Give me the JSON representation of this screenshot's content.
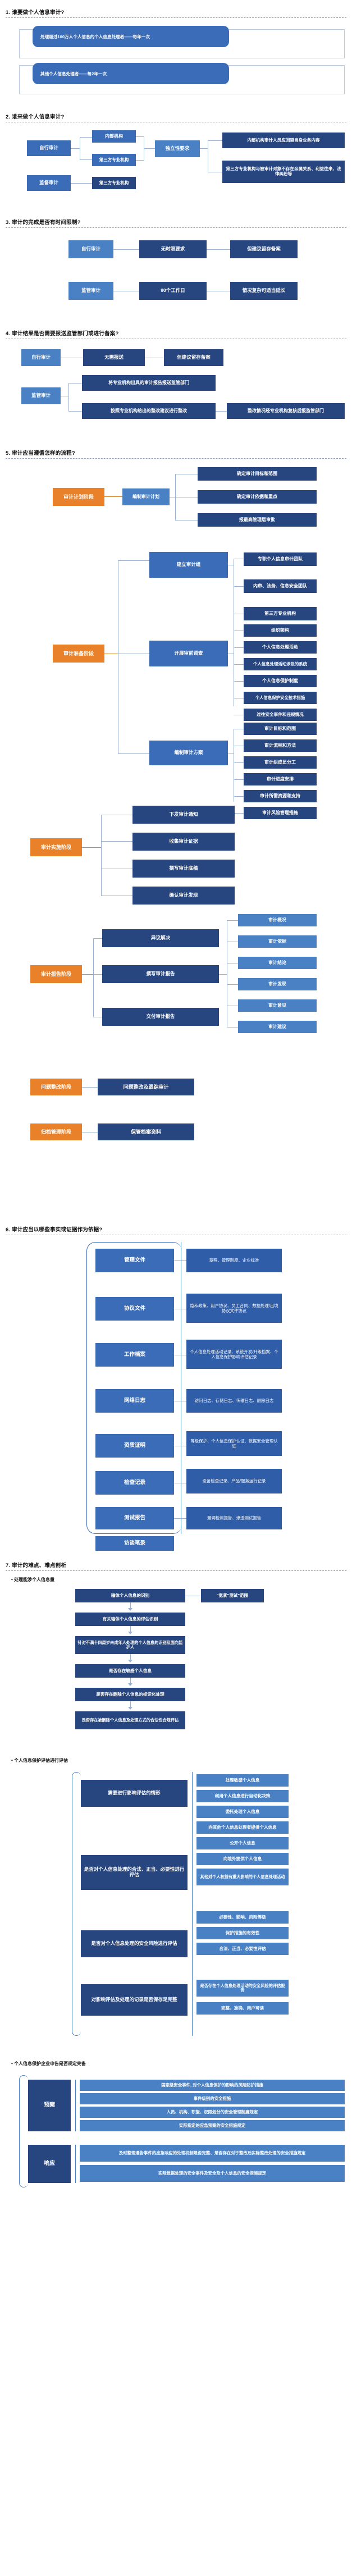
{
  "colors": {
    "mid_blue": "#3b6cb7",
    "dark_navy": "#27467f",
    "light_blue": "#4a80c4",
    "orange": "#e8812a",
    "connector": "#9bb0cf"
  },
  "sections": [
    {
      "id": 1,
      "title": "1. 谁要做个人信息审计?"
    },
    {
      "id": 2,
      "title": "2. 谁来做个人信息审计?"
    },
    {
      "id": 3,
      "title": "3. 审计的完成是否有时间限制?"
    },
    {
      "id": 4,
      "title": "4. 审计结果是否需要报送监管部门或进行备案?"
    },
    {
      "id": 5,
      "title": "5. 审计应当遵循怎样的流程?"
    },
    {
      "id": 6,
      "title": "6. 审计应当以哪些事实或证据作为依据?"
    },
    {
      "id": 7,
      "title": "7. 审计的难点、难点剖析"
    }
  ],
  "s1": {
    "items": [
      "处理超过100万人个人信息的个人信息处理者——每年一次",
      "其他个人信息处理者——每2年一次"
    ]
  },
  "s2": {
    "left": [
      "自行审计",
      "监督审计"
    ],
    "mid_self": [
      "内部机构",
      "第三方专业机构"
    ],
    "mid_sup": [
      "第三方专业机构"
    ],
    "indep_label": "独立性要求",
    "indep_items": [
      "内部机构审计人员应回避自身业务内容",
      "第三方专业机构与被审计对象不存在亲属关系、利益往来、法律纠纷等"
    ]
  },
  "s3": {
    "rows": [
      {
        "left": "自行审计",
        "mid": "无时限要求",
        "right": "但建议留存备案"
      },
      {
        "left": "监管审计",
        "mid": "90个工作日",
        "right": "情况复杂可适当延长"
      }
    ]
  },
  "s4": {
    "row1": {
      "left": "自行审计",
      "mid": "无需报送",
      "right": "但建议留存备案"
    },
    "row2": {
      "left": "监管审计",
      "items": [
        "将专业机构出具的审计报告报送监管部门",
        "按照专业机构给出的整改建议进行整改"
      ],
      "tail": "整改情况经专业机构复核后报监管部门"
    }
  },
  "s5": {
    "stages": [
      {
        "name": "审计计划阶段",
        "groups": [
          {
            "label": "编制审计计划",
            "leaves": [
              "确定审计目标和范围",
              "确定审计依据和重点",
              "报最高管理层审批"
            ]
          }
        ]
      },
      {
        "name": "审计准备阶段",
        "groups": [
          {
            "label": "建立审计组",
            "leaves": [
              "专职个人信息审计团队",
              "内审、法务、信息安全团队",
              "第三方专业机构"
            ]
          },
          {
            "label": "开展审前调查",
            "leaves": [
              "组织架构",
              "个人信息处理活动",
              "个人信息处理活动涉及的系统",
              "个人信息保护制度",
              "个人信息保护安全技术措施",
              "过往安全事件和违规情况"
            ]
          },
          {
            "label": "编制审计方案",
            "leaves": [
              "审计目标和范围",
              "审计流程和方法",
              "审计组成员分工",
              "审计进度安排",
              "审计所需资源和支持",
              "审计风险管理措施"
            ]
          }
        ]
      },
      {
        "name": "审计实施阶段",
        "groups": [
          {
            "label": "下发审计通知",
            "leaves": []
          },
          {
            "label": "收集审计证据",
            "leaves": []
          },
          {
            "label": "撰写审计底稿",
            "leaves": []
          },
          {
            "label": "确认审计发现",
            "leaves": []
          }
        ]
      },
      {
        "name": "审计报告阶段",
        "groups": [
          {
            "label": "异议解决",
            "leaves": []
          },
          {
            "label": "撰写审计报告",
            "leaves": [
              "审计概况",
              "审计依据",
              "审计结论",
              "审计发现",
              "审计意见",
              "审计建议"
            ]
          },
          {
            "label": "交付审计报告",
            "leaves": []
          }
        ]
      },
      {
        "name": "问题整改阶段",
        "groups": [
          {
            "label": "问题整改及跟踪审计",
            "leaves": []
          }
        ]
      },
      {
        "name": "归档管理阶段",
        "groups": [
          {
            "label": "保管档案资料",
            "leaves": []
          }
        ]
      }
    ]
  },
  "s6": {
    "rows": [
      {
        "type": "管理文件",
        "desc": "章程、管理制度、企业标准"
      },
      {
        "type": "协议文件",
        "desc": "隐私政策、用户协议、员工合同、数据处理/出境协议文件协议"
      },
      {
        "type": "工作档案",
        "desc": "个人信息处理活动记录、系统开发/升级档案、个人信息保护影响评估记录"
      },
      {
        "type": "网络日志",
        "desc": "访问日志、存储日志、传输日志、删除日志"
      },
      {
        "type": "资质证明",
        "desc": "等级保护、个人信息保护认证、数据安全管理认证"
      },
      {
        "type": "检查记录",
        "desc": "设备检查记录、产品/服务运行记录"
      },
      {
        "type": "测试报告",
        "desc": "漏洞检测报告、渗透测试报告"
      },
      {
        "type": "访谈笔录",
        "desc": ""
      }
    ]
  },
  "s7": {
    "blocks": [
      {
        "sub": "• 处理能涉个人信息量",
        "items": [
          "输体个人信息的识别",
          "有关输体个人信息的评估识别",
          "针对不满十四周岁未成年人处理的个人信息的识别及面向监护人",
          "是否存在敏感个人信息",
          "是否存在删除个人信息的标识化处理",
          "是否存在被删除个人信息及处理方式的合法性合规评估"
        ],
        "right": "\"宽紧\"测试\"范围"
      },
      {
        "sub": "• 个人信息保护评估进行评估",
        "left": [
          "需要进行影响评估的情形",
          "是否对个人信息处理的合法、正当、必要性进行评估",
          "是否对个人信息处理的安全风险进行评估",
          "对影响评估及处理的记录是否保存足完整",
          ""
        ],
        "right": [
          "处理敏感个人信息",
          "利用个人信息进行自动化决策",
          "委托处理个人信息",
          "向其他个人信息处理者提供个人信息",
          "公开个人信息",
          "向境外提供个人信息",
          "其他对个人权益有重大影响的个人信息处理活动",
          "必要性、影响、风险等级",
          "保护措施的有效性",
          "合法、正当、必要性评估",
          "是否存在个人信息处理活动的安全风险的评估报告",
          "完整、准确、用户可读"
        ]
      },
      {
        "sub": "• 个人信息保护企业申告是否规定完备",
        "rows": [
          {
            "label": "预案",
            "items": [
              "国家级安全事件, 对个人信息保护的影响的风险防护措施",
              "事件级别的安全措施",
              "人员、机构、职能、权限划分的安全管理制度规定",
              "实际指定的应急预案的安全措施规定"
            ]
          },
          {
            "label": "响应",
            "items": [
              "及时整理通告事件的应急响应的处理机制是否完整、是否存在对于整改后实际整改处理的安全措施规定",
              "实际数据处理的安全事件及安全及个人信息的安全措施规定"
            ]
          }
        ]
      }
    ]
  }
}
